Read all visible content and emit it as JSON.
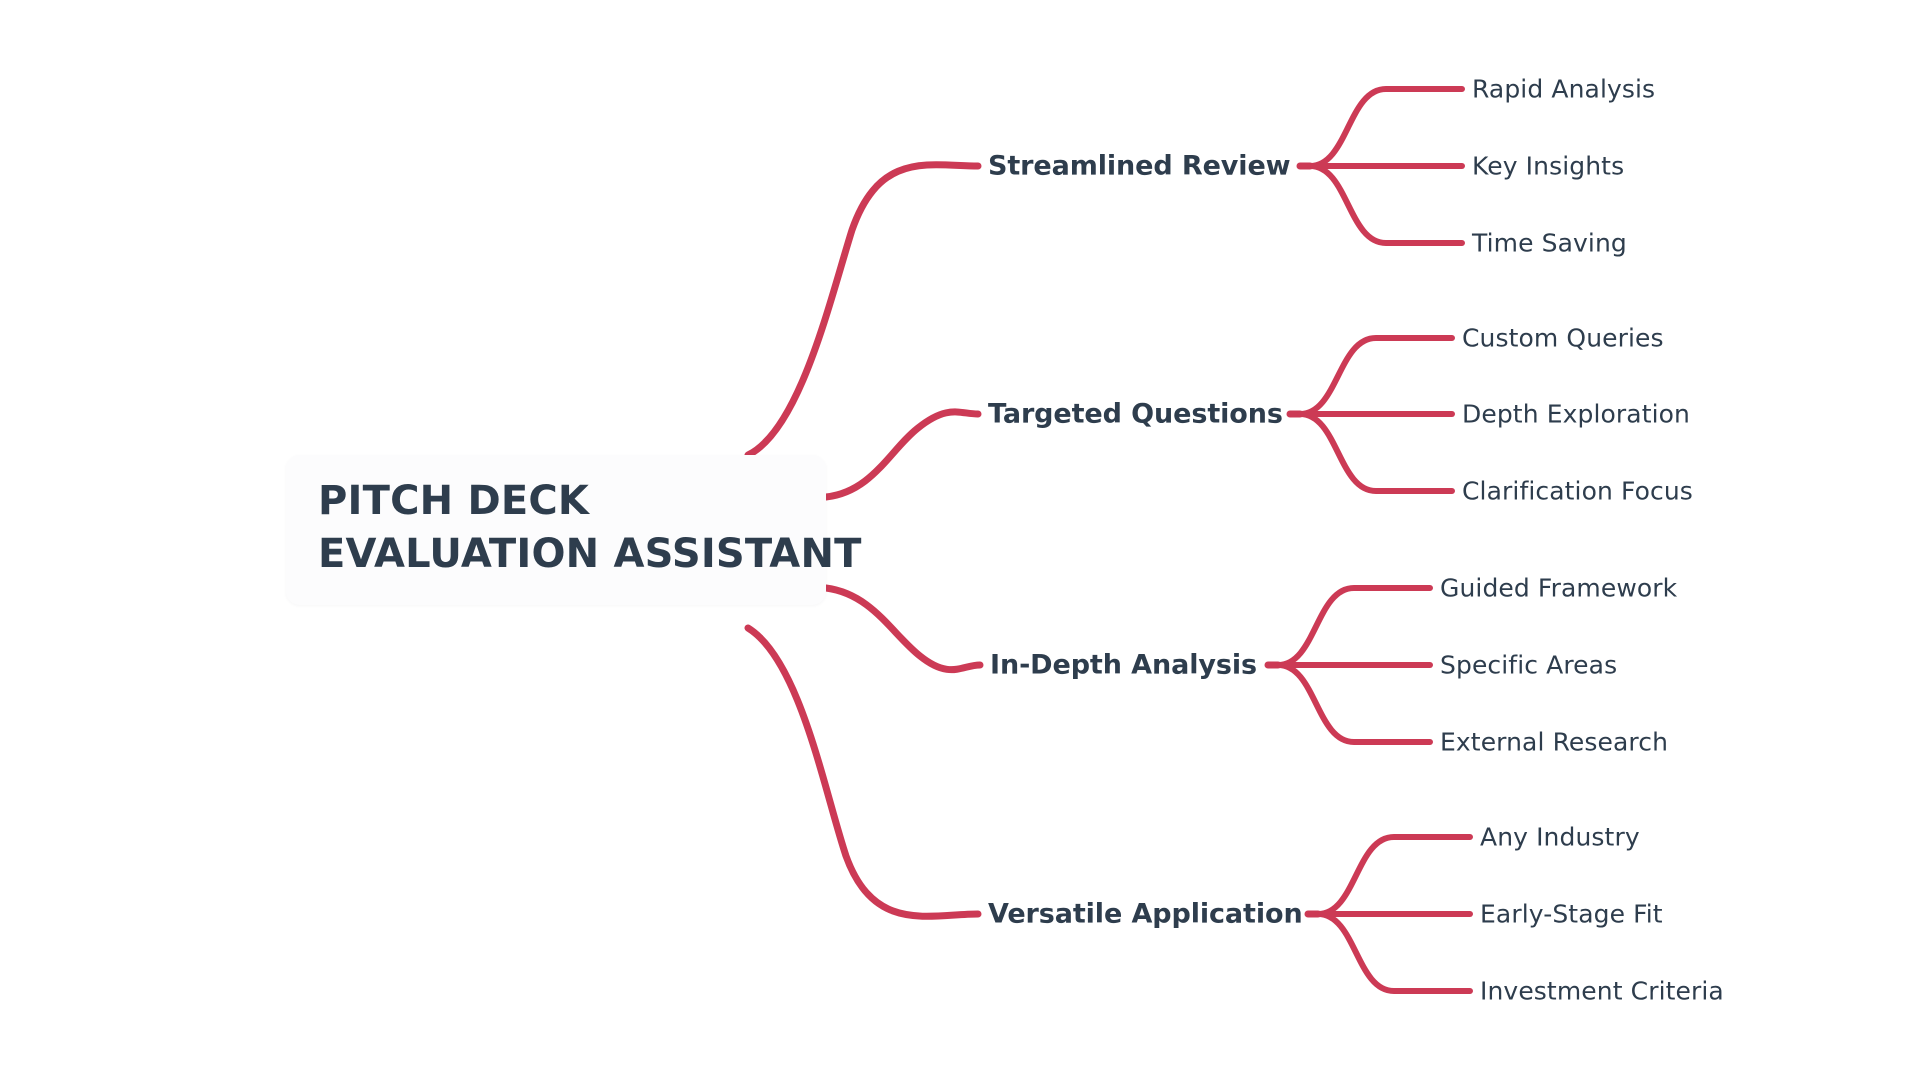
{
  "diagram": {
    "type": "mind-map",
    "orientation": "left-to-right",
    "background_color": "#ffffff",
    "accent_color": "#cc3a55",
    "text_color": "#2e3d4d",
    "node_card_color": "#fcfcfd",
    "root": {
      "title_lines": [
        "PITCH DECK",
        "EVALUATION ASSISTANT"
      ],
      "full_title": "PITCH DECK EVALUATION ASSISTANT"
    },
    "branches": [
      {
        "label": "Streamlined Review",
        "leaves": [
          "Rapid Analysis",
          "Key Insights",
          "Time Saving"
        ]
      },
      {
        "label": "Targeted Questions",
        "leaves": [
          "Custom Queries",
          "Depth Exploration",
          "Clarification Focus"
        ]
      },
      {
        "label": "In-Depth Analysis",
        "leaves": [
          "Guided Framework",
          "Specific Areas",
          "External Research"
        ]
      },
      {
        "label": "Versatile Application",
        "leaves": [
          "Any Industry",
          "Early-Stage Fit",
          "Investment Criteria"
        ]
      }
    ]
  }
}
